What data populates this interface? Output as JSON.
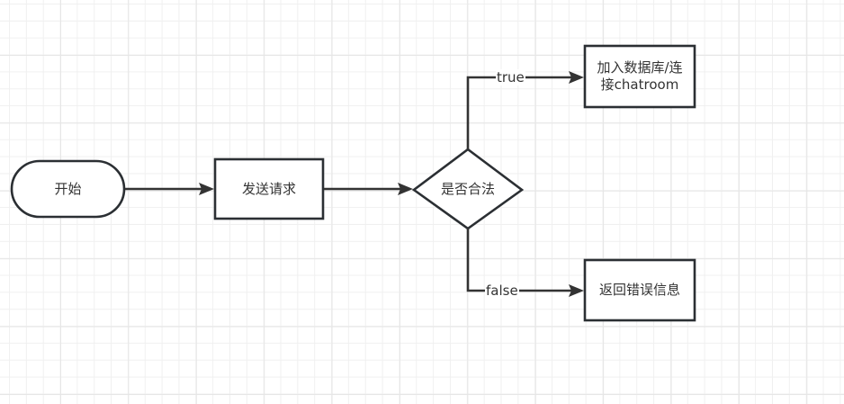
{
  "diagram": {
    "type": "flowchart",
    "nodes": [
      {
        "id": "start",
        "shape": "terminal",
        "label": "开始"
      },
      {
        "id": "send",
        "shape": "process",
        "label": "发送请求"
      },
      {
        "id": "check",
        "shape": "decision",
        "label": "是否合法"
      },
      {
        "id": "join",
        "shape": "process",
        "label": "加入数据库/连接chatroom"
      },
      {
        "id": "error",
        "shape": "process",
        "label": "返回错误信息"
      }
    ],
    "edges": [
      {
        "from": "start",
        "to": "send",
        "label": ""
      },
      {
        "from": "send",
        "to": "check",
        "label": ""
      },
      {
        "from": "check",
        "to": "join",
        "label": "true"
      },
      {
        "from": "check",
        "to": "error",
        "label": "false"
      }
    ],
    "colors": {
      "stroke": "#2b2f33",
      "edge": "#333333",
      "text": "#333333",
      "grid": "#f0f0f0",
      "background": "#ffffff"
    }
  }
}
